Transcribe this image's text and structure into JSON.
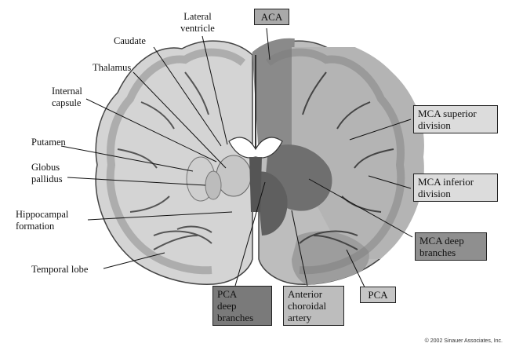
{
  "labels": {
    "lateral_ventricle": "Lateral\nventricle",
    "caudate": "Caudate",
    "thalamus": "Thalamus",
    "internal_capsule": "Internal\ncapsule",
    "putamen": "Putamen",
    "globus_pallidus": "Globus\npallidus",
    "hippocampal_formation": "Hippocampal\nformation",
    "temporal_lobe": "Temporal lobe"
  },
  "boxes": {
    "aca": "ACA",
    "mca_superior": "MCA superior\ndivision",
    "mca_inferior": "MCA inferior\ndivision",
    "mca_deep": "MCA deep\nbranches",
    "pca_deep": "PCA\ndeep\nbranches",
    "anterior_choroidal": "Anterior\nchoroidal\nartery",
    "pca": "PCA"
  },
  "colors": {
    "aca_box": "#a9a9a9",
    "mca_superior_box": "#dcdcdc",
    "mca_inferior_box": "#dcdcdc",
    "mca_deep_box": "#8f8f8f",
    "pca_deep_box": "#7a7a7a",
    "anterior_choroidal_box": "#bdbdbd",
    "pca_box": "#c6c6c6"
  },
  "copyright": "© 2002 Sinauer Associates, Inc."
}
